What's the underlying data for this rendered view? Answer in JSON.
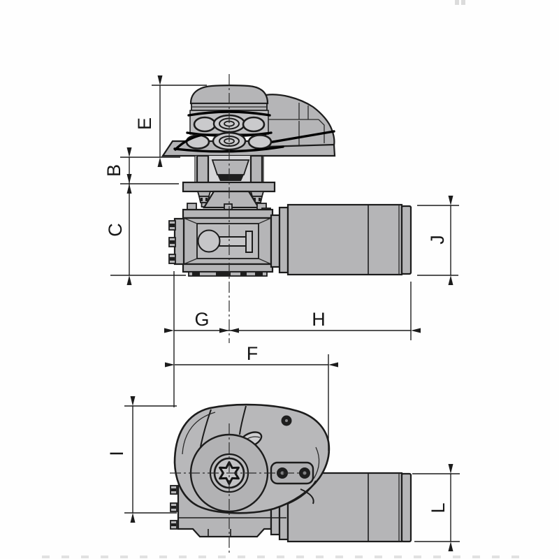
{
  "drawing": {
    "type": "engineering-dimension-drawing",
    "views": {
      "top": "side-elevation",
      "bottom": "top-plan"
    },
    "dimensions": {
      "E": "E",
      "B": "B",
      "C": "C",
      "J": "J",
      "G": "G",
      "H": "H",
      "F": "F",
      "I": "I",
      "L": "L"
    },
    "colors": {
      "line": "#1c1c1c",
      "metal_gray": "#b5b5b7",
      "light_gray": "#cfcfd1",
      "dark_fill": "#1e1e1e",
      "background": "#fefefe"
    }
  }
}
